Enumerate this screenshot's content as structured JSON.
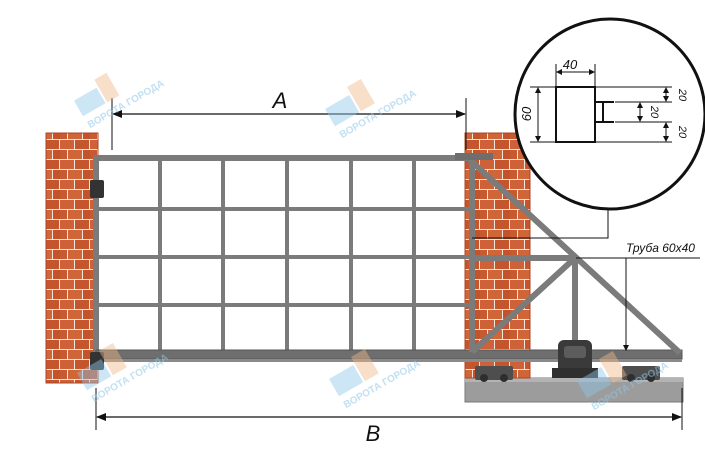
{
  "dimensions": {
    "a_label": "A",
    "b_label": "B",
    "width_40": "40",
    "height_60": "60",
    "gap_20": "20",
    "top_20": "20",
    "bottom_20": "20"
  },
  "callout": {
    "pipe_label": "Труба 60х40"
  },
  "watermark": {
    "text": "ВОРОТА ГОРОДА"
  },
  "colors": {
    "brick": "#c8582f",
    "mortar": "#f2e6dc",
    "steel": "#7b7b7b",
    "steel_dark": "#5a5a5a",
    "foundation": "#9c9c9c",
    "watermark": "#8fc7e8"
  }
}
